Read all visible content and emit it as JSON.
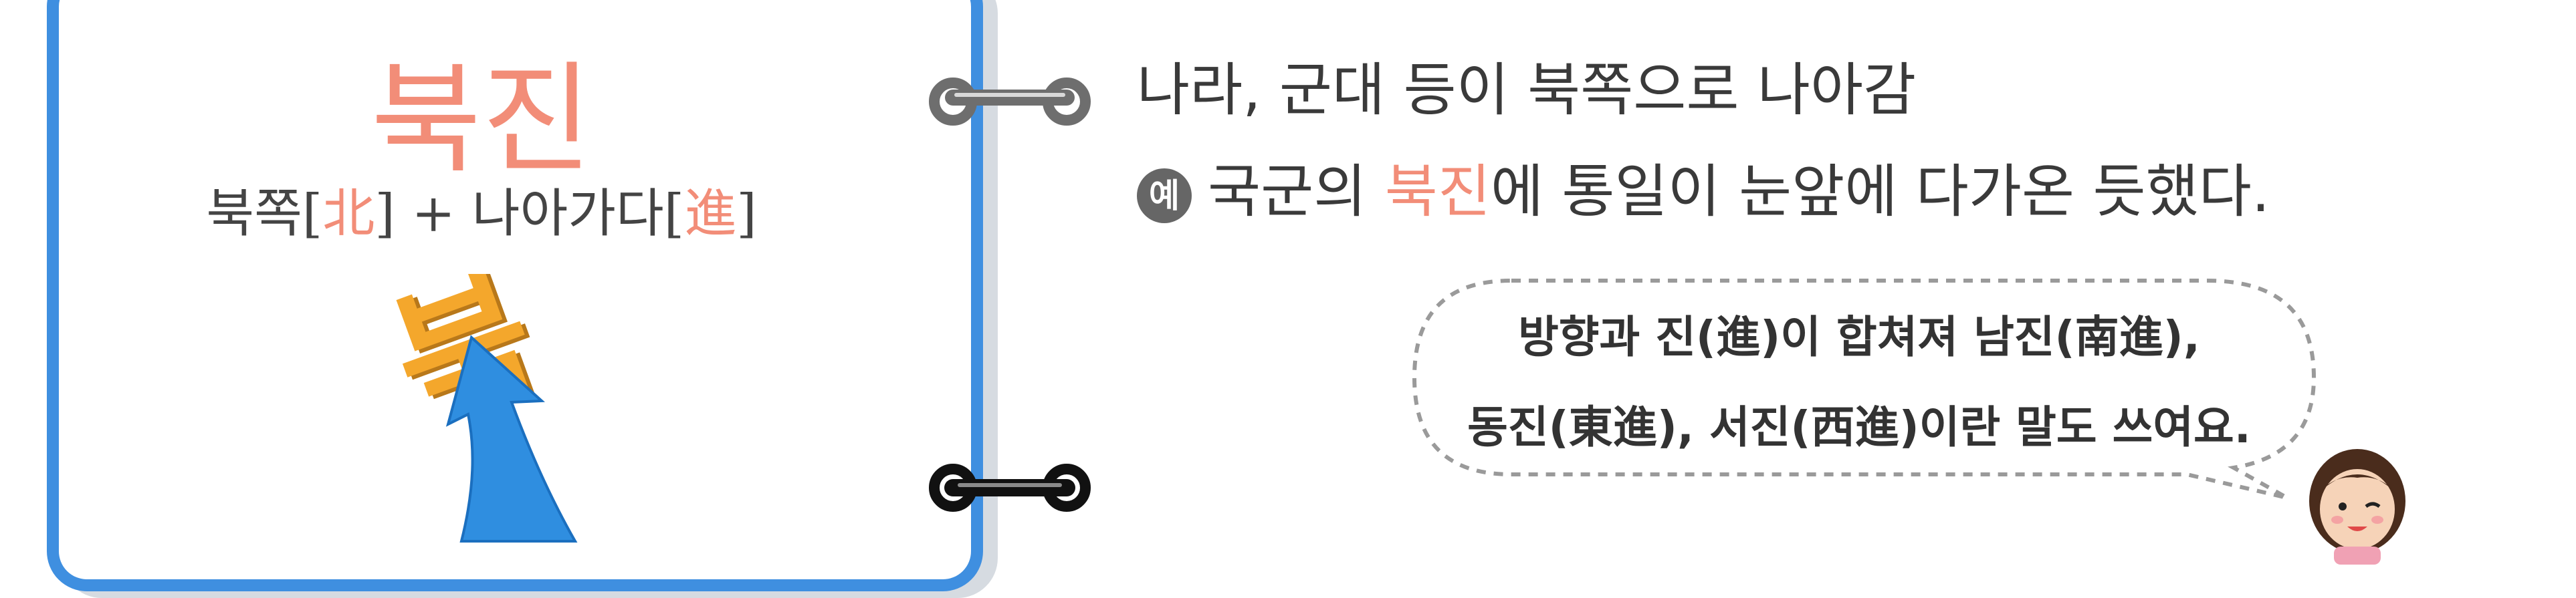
{
  "card": {
    "title": "북진",
    "etymology": {
      "part1": "북쪽[",
      "hanja1": "北",
      "part2": "] + 나아가다[",
      "hanja2": "進",
      "part3": "]"
    },
    "illustration": {
      "glyph": "북",
      "arrow_color": "#2f8ee0",
      "glyph_color": "#f4a72c"
    }
  },
  "definition": "나라, 군대 등이 북쪽으로 나아감",
  "example": {
    "badge": "예",
    "before": "국군의 ",
    "highlight": "북진",
    "after": "에 통일이 눈앞에 다가온 듯했다."
  },
  "note": {
    "line1": "방향과 진(進)이 합쳐져 남진(南進),",
    "line2": "동진(東進), 서진(西進)이란 말도 쓰여요."
  },
  "colors": {
    "accent": "#f28d78",
    "card_border": "#3f8fe0",
    "text": "#3a3a3a"
  }
}
